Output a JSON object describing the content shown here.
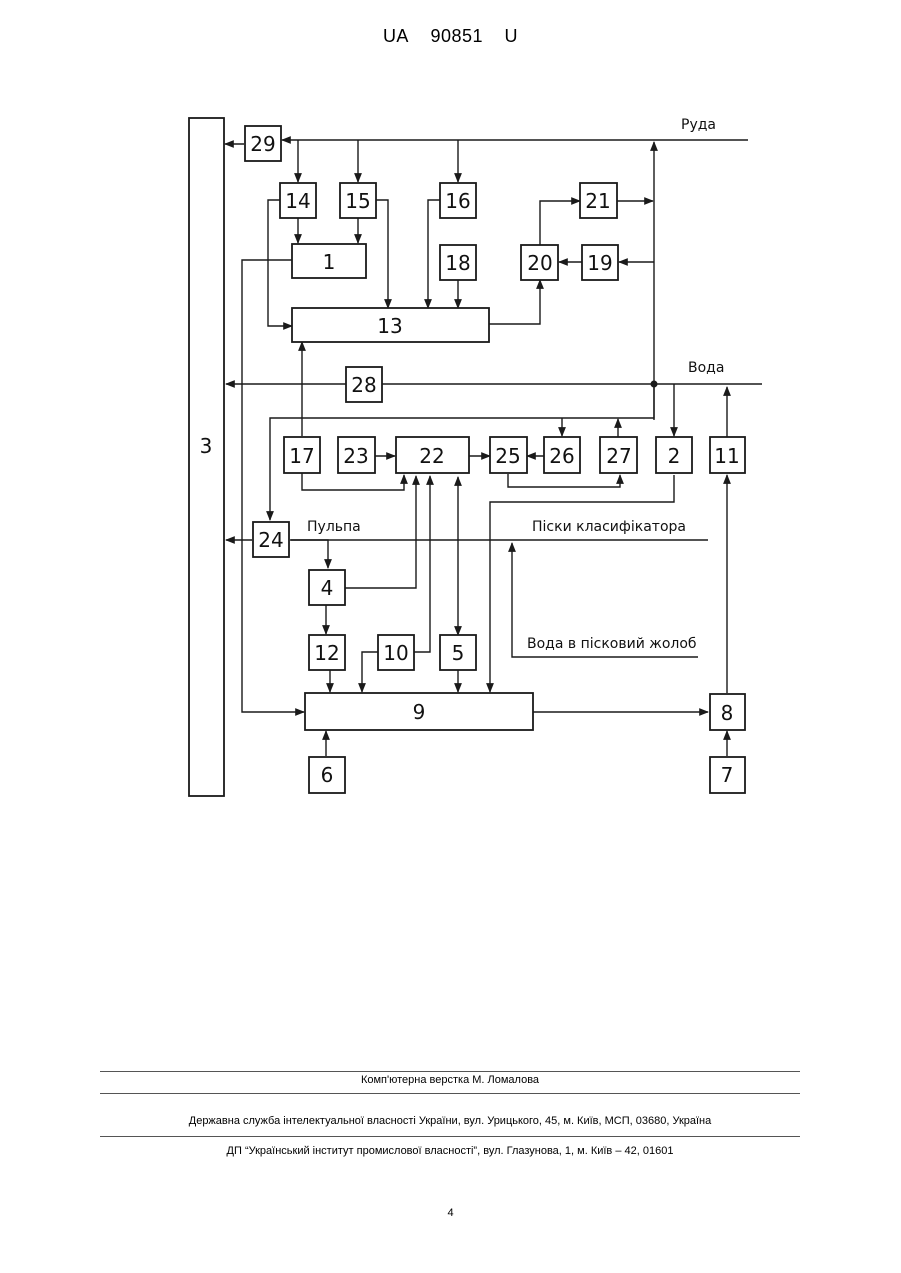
{
  "header": {
    "country": "UA",
    "number": "90851",
    "kind": "U"
  },
  "diagram": {
    "labels": {
      "ore": "Руда",
      "water": "Вода",
      "pulp": "Пульпа",
      "classifier_sands": "Піски класифікатора",
      "sand_chute_water": "Вода в пісковий жолоб"
    },
    "blocks": {
      "b1": "1",
      "b2": "2",
      "b3": "3",
      "b4": "4",
      "b5": "5",
      "b6": "6",
      "b7": "7",
      "b8": "8",
      "b9": "9",
      "b10": "10",
      "b11": "11",
      "b12": "12",
      "b13": "13",
      "b14": "14",
      "b15": "15",
      "b16": "16",
      "b17": "17",
      "b18": "18",
      "b19": "19",
      "b20": "20",
      "b21": "21",
      "b22": "22",
      "b23": "23",
      "b24": "24",
      "b25": "25",
      "b26": "26",
      "b27": "27",
      "b28": "28",
      "b29": "29"
    }
  },
  "footer": {
    "typesetting": "Комп'ютерна верстка М. Ломалова",
    "agency": "Державна служба інтелектуальної власності України, вул. Урицького, 45, м. Київ, МСП, 03680, Україна",
    "institute": "ДП “Український інститут промислової власності”, вул. Глазунова, 1, м. Київ – 42, 01601",
    "page": "4"
  }
}
